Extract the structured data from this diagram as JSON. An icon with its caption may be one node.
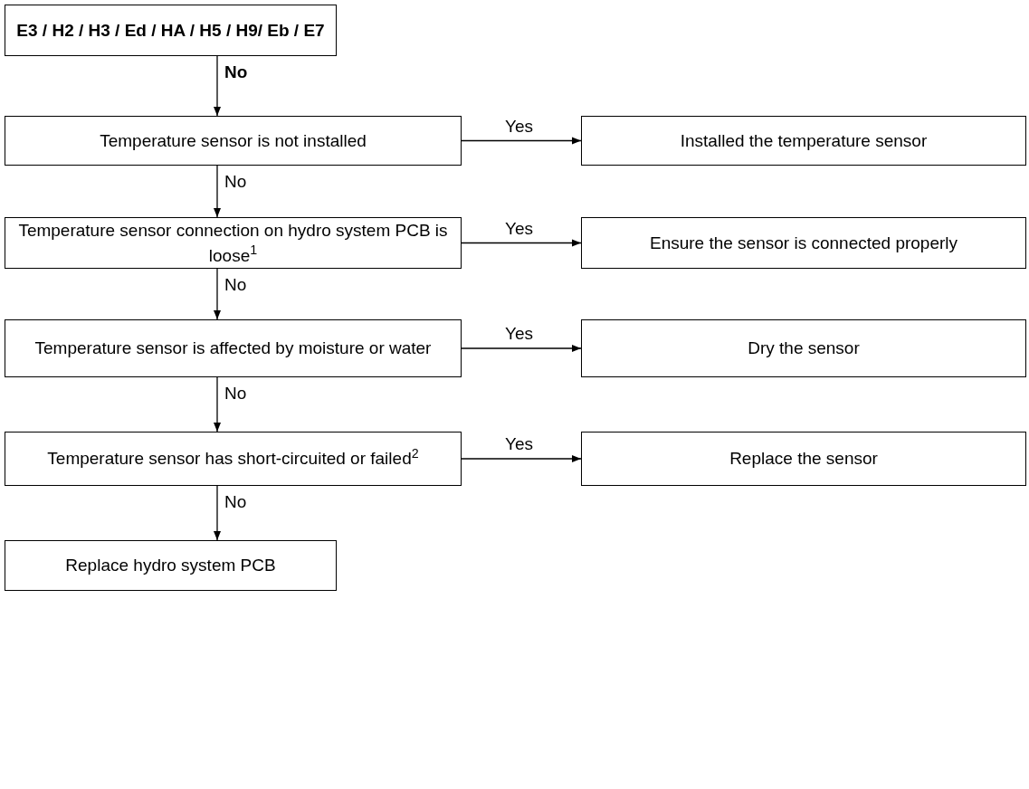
{
  "diagram": {
    "nodes": [
      {
        "text": [
          "E3 / H2 / H3 / Ed / HA / H5 / H9/ Eb / E7"
        ]
      },
      {
        "text": [
          "Temperature sensor is not installed"
        ]
      },
      {
        "text": [
          "Installed the temperature sensor"
        ]
      },
      {
        "text": [
          "Temperature sensor connection on hydro system PCB is loose$^{1}$"
        ]
      },
      {
        "text": [
          "Ensure the sensor is connected properly"
        ]
      },
      {
        "text": [
          "Temperature sensor is affected by moisture or water"
        ]
      },
      {
        "text": [
          "Dry the sensor"
        ]
      },
      {
        "text": [
          "Temperature sensor has short-circuited or failed$^{2}$"
        ]
      },
      {
        "text": [
          "Replace the sensor"
        ]
      },
      {
        "text": [
          "Replace hydro system PCB"
        ]
      }
    ],
    "edges": [
      {
        "from": 0,
        "to": 1,
        "arrow": "to",
        "label": "No"
      },
      {
        "from": 1,
        "to": 2,
        "arrow": "to",
        "label": "Yes"
      },
      {
        "from": 1,
        "to": 3,
        "arrow": "to",
        "label": "No"
      },
      {
        "from": 3,
        "to": 4,
        "arrow": "to",
        "label": "Yes"
      },
      {
        "from": 3,
        "to": 5,
        "arrow": "to",
        "label": "No"
      },
      {
        "from": 5,
        "to": 6,
        "arrow": "to",
        "label": "Yes"
      },
      {
        "from": 5,
        "to": 7,
        "arrow": "to",
        "label": "No"
      },
      {
        "from": 7,
        "to": 8,
        "arrow": "to",
        "label": "Yes"
      },
      {
        "from": 7,
        "to": 9,
        "arrow": "to",
        "label": "No"
      }
    ]
  }
}
